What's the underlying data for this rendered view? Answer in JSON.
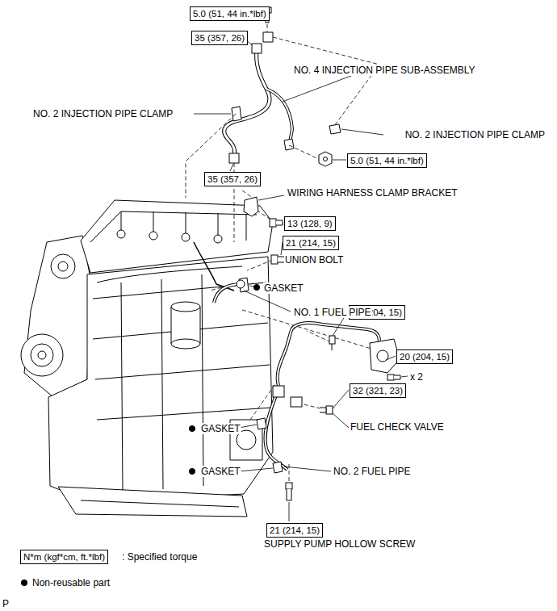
{
  "diagram": {
    "nodes": [
      {
        "text": [
          "5.0 (51, 44 in.*lbf)"
        ]
      },
      {
        "text": [
          "35 (357, 26)"
        ]
      },
      {
        "text": [
          "5.0 (51, 44 in.*lbf)"
        ]
      },
      {
        "text": [
          "35 (357, 26)"
        ]
      },
      {
        "text": [
          "13 (128, 9)"
        ]
      },
      {
        "text": [
          "21 (214, 15)"
        ]
      },
      {
        "text": [
          "20 (204, 15)"
        ]
      },
      {
        "text": [
          "20 (204, 15)"
        ]
      },
      {
        "text": [
          "32 (321, 23)"
        ]
      },
      {
        "text": [
          "21 (214, 15)"
        ]
      },
      {
        "text": [
          "N*m (kgf*cm, ft.*lbf)"
        ]
      }
    ],
    "labels": [
      "NO. 4 INJECTION PIPE SUB-ASSEMBLY",
      "NO. 2 INJECTION PIPE CLAMP",
      "NO. 2 INJECTION PIPE CLAMP",
      "WIRING HARNESS CLAMP BRACKET",
      "UNION BOLT",
      "GASKET",
      "NO. 1 FUEL PIPE",
      "x 2",
      "FUEL CHECK VALVE",
      "GASKET",
      "GASKET",
      "NO. 2 FUEL PIPE",
      "SUPPLY PUMP HOLLOW SCREW",
      ": Specified torque",
      "P"
    ],
    "legend": [
      {
        "text": "Non-reusable part"
      }
    ]
  }
}
